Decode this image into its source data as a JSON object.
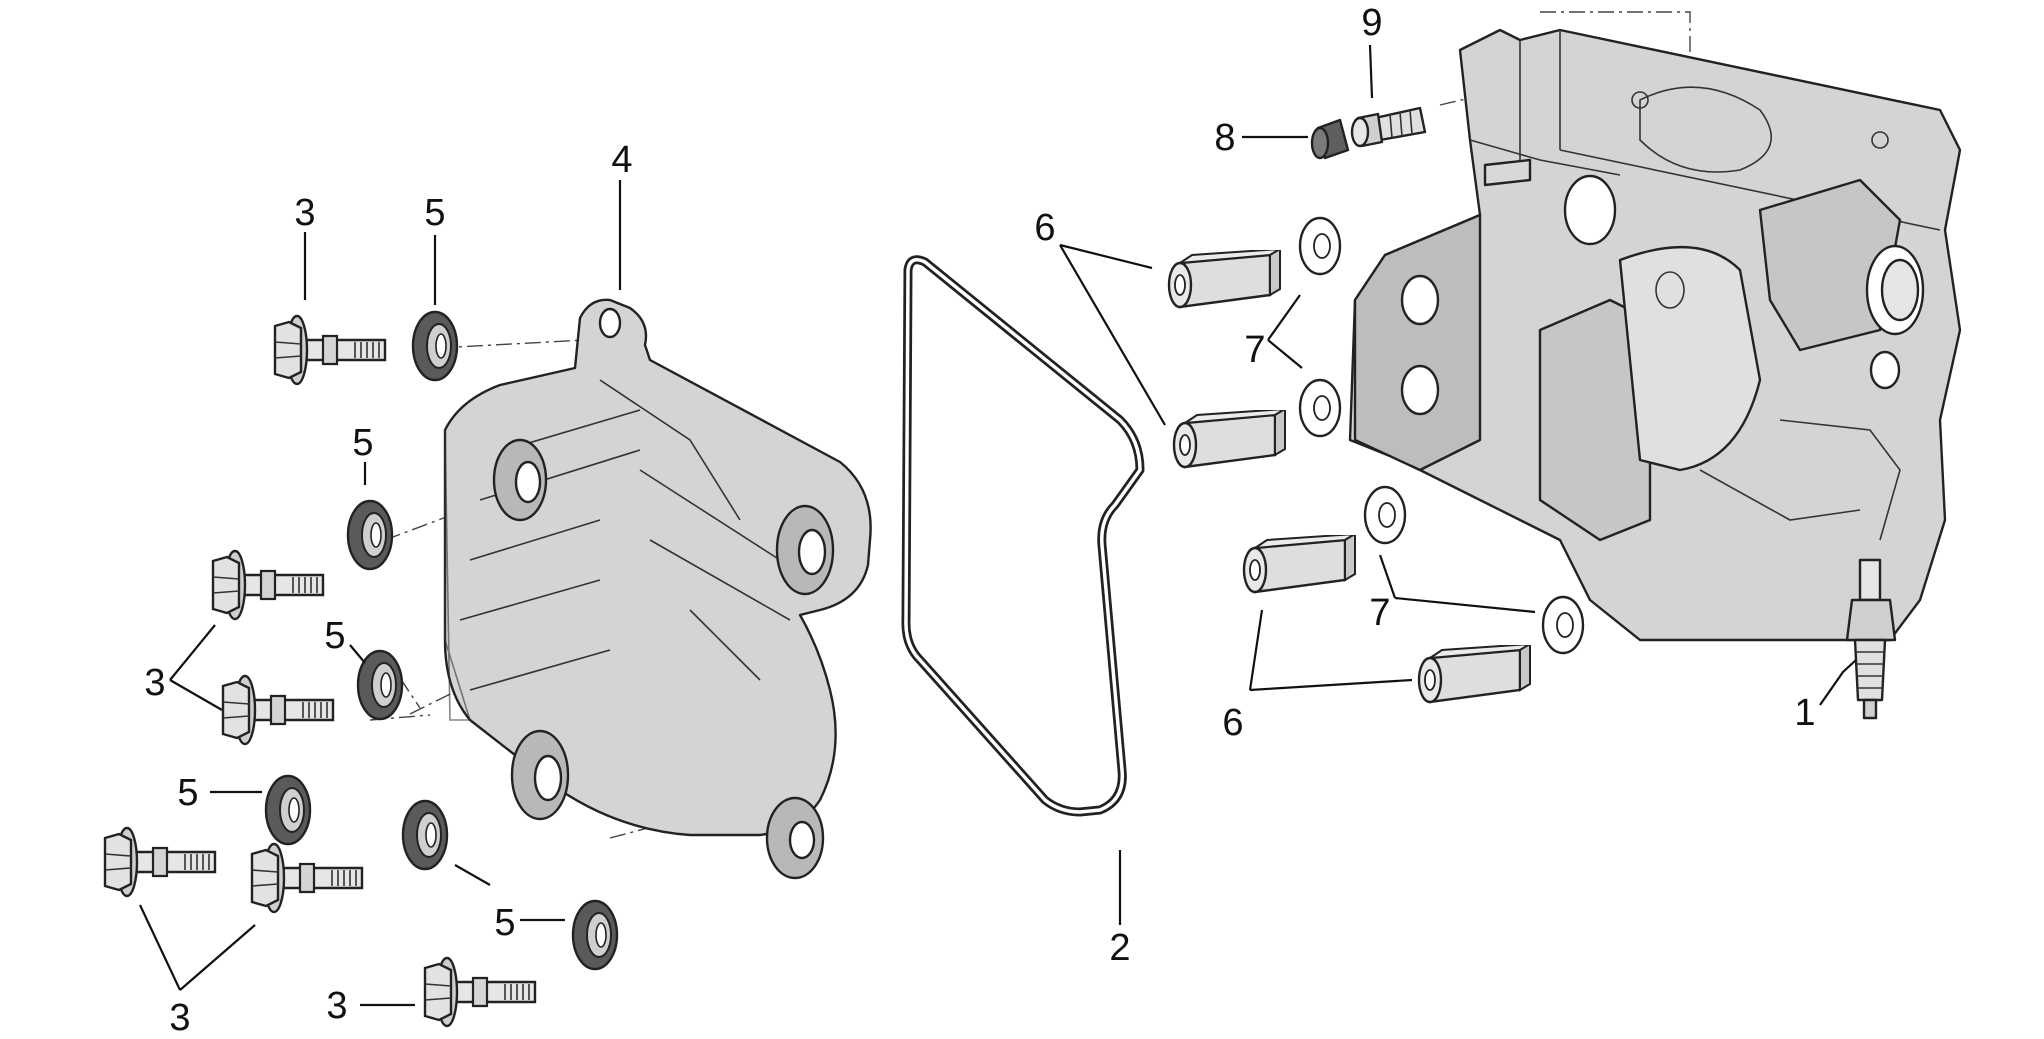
{
  "colors": {
    "part_fill": "#d4d4d4",
    "part_shadow": "#a9a9a9",
    "washer": "#5a5a5a",
    "line": "#222222",
    "background": "#ffffff"
  },
  "callouts": {
    "spark_plug": "1",
    "gasket": "2",
    "bolt_top": "3",
    "bolt_group_left": "3",
    "bolt_group_bottom": "3",
    "bolt_bottom": "3",
    "head_cover": "4",
    "washer_top": "5",
    "washer_upper_left": "5",
    "washer_middle_left": "5",
    "washer_lower_left": "5",
    "washer_bottom": "5",
    "spacer_upper": "6",
    "spacer_lower": "6",
    "flat_washer_upper": "7",
    "flat_washer_lower": "7",
    "bleed_cap": "8",
    "bleed_screw": "9"
  }
}
